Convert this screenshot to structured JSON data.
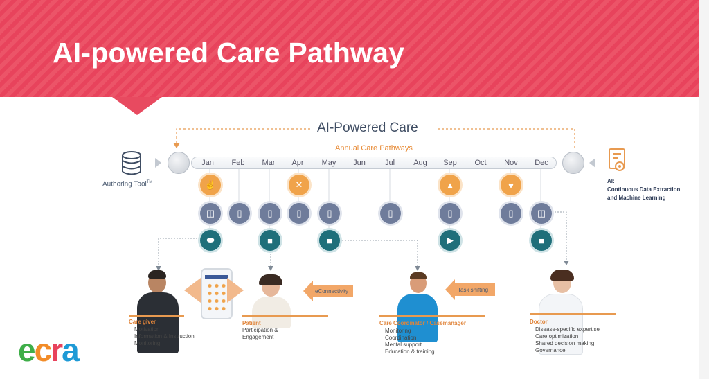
{
  "title": "AI-powered Care Pathway",
  "diagram": {
    "header": "AI-Powered Care",
    "subheader": "Annual Care Pathways",
    "months": [
      "Jan",
      "Feb",
      "Mar",
      "Apr",
      "May",
      "Jun",
      "Jul",
      "Aug",
      "Sep",
      "Oct",
      "Nov",
      "Dec"
    ],
    "authoring_tool": "Authoring Tool",
    "authoring_tm": "TM",
    "ai_label_title": "AI:",
    "ai_label_lines": [
      "Continuous Data Extraction",
      "and Machine Learning"
    ],
    "connectivity_label": "eConnectivity",
    "task_shifting_label": "Task shifting"
  },
  "roles": {
    "caregiver": {
      "title": "Care giver",
      "items": [
        "Motivation",
        "Information & Instruction",
        "Monitoring"
      ]
    },
    "patient": {
      "title": "Patient",
      "items": [
        "Participation &",
        "Engagement"
      ]
    },
    "care_manager": {
      "title": "Care Coordinator / Casemanager",
      "items": [
        "Monitoring",
        "Coordination",
        "Mental support",
        "Education & training"
      ]
    },
    "doctor": {
      "title": "Doctor",
      "items": [
        "Disease-specific expertise",
        "Care optimization",
        "Shared decision making",
        "Governance"
      ]
    }
  },
  "logo": {
    "letters": [
      "e",
      "c",
      "r",
      "a"
    ],
    "colors": [
      "#3fae49",
      "#f28c28",
      "#e8435c",
      "#1e9ad6"
    ]
  },
  "colors": {
    "banner": "#e8435c",
    "accent_orange": "#f0a34a",
    "icon_purple": "#6f7c9b",
    "icon_teal": "#1f6f7a"
  }
}
